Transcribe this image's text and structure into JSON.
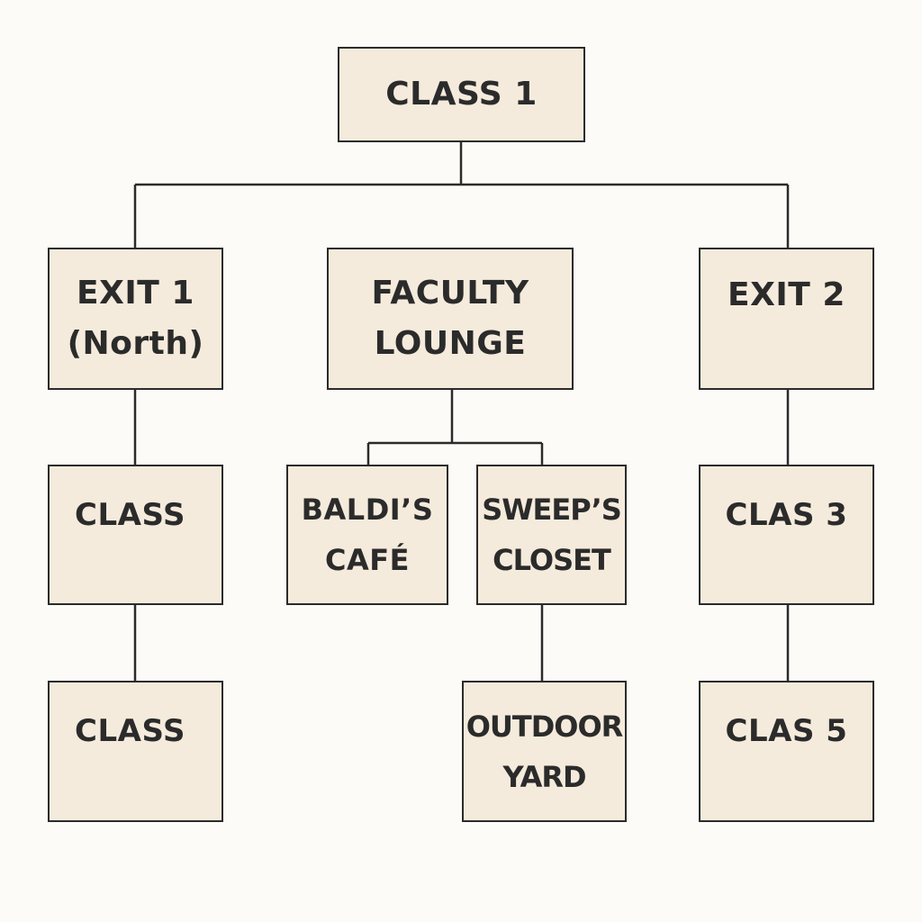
{
  "diagram": {
    "nodes": {
      "class_1": "CLASS 1",
      "exit_1": "EXIT 1\n(North)",
      "faculty_lounge": "FACULTY\nLOUNGE",
      "exit_2": "EXIT 2",
      "class_left_mid": "CLASS",
      "baldis_cafe": "BALDI’S\nCAFÉ",
      "sweeps_closet": "SWEEP’S\nCLOSET",
      "clas_3": "CLAS 3",
      "class_left_bottom": "CLASS",
      "outdoor_yard": "OUTDOOR\nYARD",
      "clas_5": "CLAS 5"
    }
  },
  "colors": {
    "background": "#fcfbf8",
    "box_fill": "#f5ebdc",
    "line": "#2b2b2b",
    "text": "#2b2b2b"
  }
}
